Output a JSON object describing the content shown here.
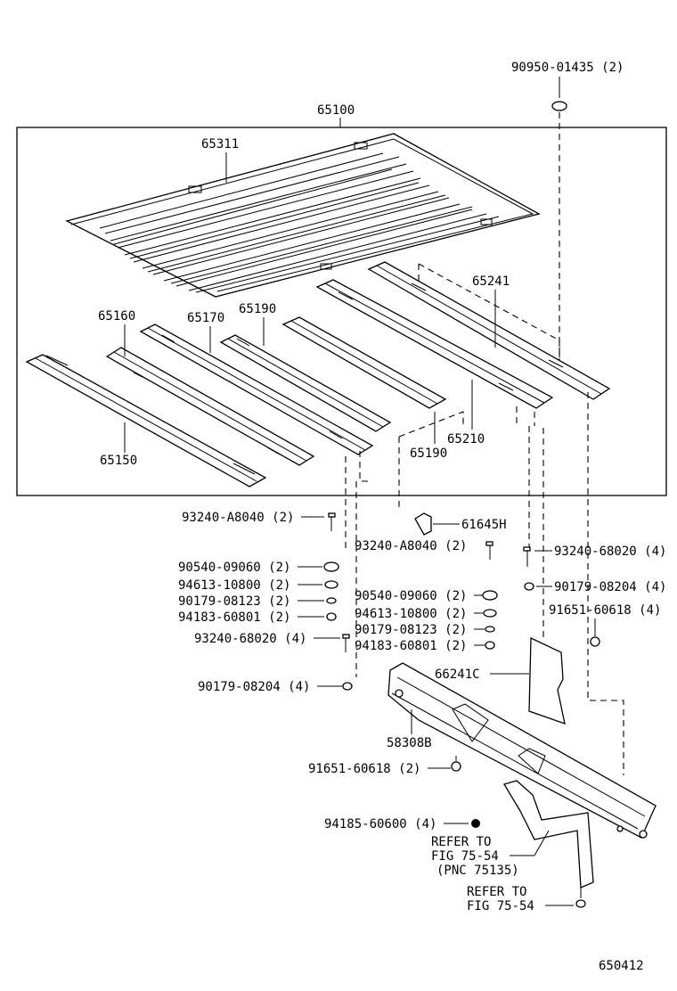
{
  "diagram": {
    "assembly": "65100",
    "figure_code": "650412",
    "parts": {
      "p65311": "65311",
      "p65241": "65241",
      "p65160": "65160",
      "p65170": "65170",
      "p65190a": "65190",
      "p65210": "65210",
      "p65190b": "65190",
      "p65150": "65150",
      "p61645H": "61645H",
      "p66241C": "66241C",
      "p58308B": "58308B"
    },
    "fasteners": {
      "f_top": "90950-01435 (2)",
      "L1": "93240-A8040 (2)",
      "L2": "90540-09060 (2)",
      "L3": "94613-10800 (2)",
      "L4": "90179-08123 (2)",
      "L5": "94183-60801 (2)",
      "L6": "93240-68020 (4)",
      "L7": "90179-08204 (4)",
      "M1": "93240-A8040 (2)",
      "M2": "90540-09060 (2)",
      "M3": "94613-10800 (2)",
      "M4": "90179-08123 (2)",
      "M5": "94183-60801 (2)",
      "R1": "93240-68020 (4)",
      "R2": "90179-08204 (4)",
      "R3": "91651-60618 (4)",
      "B1": "91651-60618 (2)",
      "B2": "94185-60600 (4)"
    },
    "refs": {
      "r1_line1": "REFER TO",
      "r1_line2": "FIG 75-54",
      "r1_line3": "(PNC 75135)",
      "r2_line1": "REFER TO",
      "r2_line2": "FIG 75-54"
    }
  }
}
